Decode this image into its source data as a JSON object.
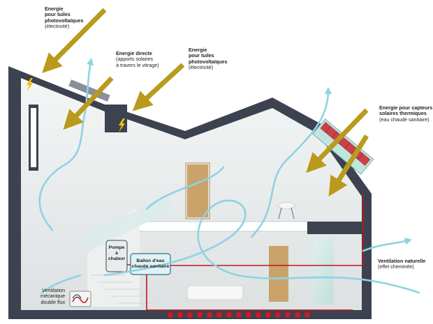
{
  "labels": {
    "pv_top": {
      "line1": "Energie",
      "line2": "pour tuiles",
      "line3": "photovoltaïques",
      "sub": "(électricité)"
    },
    "direct": {
      "title": "Energie directe",
      "sub1": "(apports solaires",
      "sub2": "à travers le vitrage)"
    },
    "pv_mid": {
      "line1": "Energie",
      "line2": "pour tuiles",
      "line3": "photovoltaïques",
      "sub": "(électricité)"
    },
    "thermal": {
      "line1": "Energie pour capteurs",
      "line2": "solaires thermiques",
      "sub": "(eau chaude sanitaire)"
    },
    "natural_vent": {
      "title": "Ventilation naturelle",
      "sub": "(effet cheminée)"
    },
    "meca_vent": {
      "line1": "Ventilation",
      "line2": "mécanique",
      "line3": "double flux"
    },
    "pump": {
      "line1": "Pompe",
      "line2": "à",
      "line3": "chaleur"
    },
    "tank": {
      "line1": "Ballon d'eau",
      "line2": "chaude sanitaire"
    }
  },
  "colors": {
    "wall": "#3d4250",
    "interior": "#e9ecec",
    "sun_arrow": "#b99a1d",
    "air_flow": "#8fd3e2",
    "heat_pipe": "#c0161d",
    "solar_panel": "#c8424c",
    "pv_icon": "#f2c300"
  }
}
